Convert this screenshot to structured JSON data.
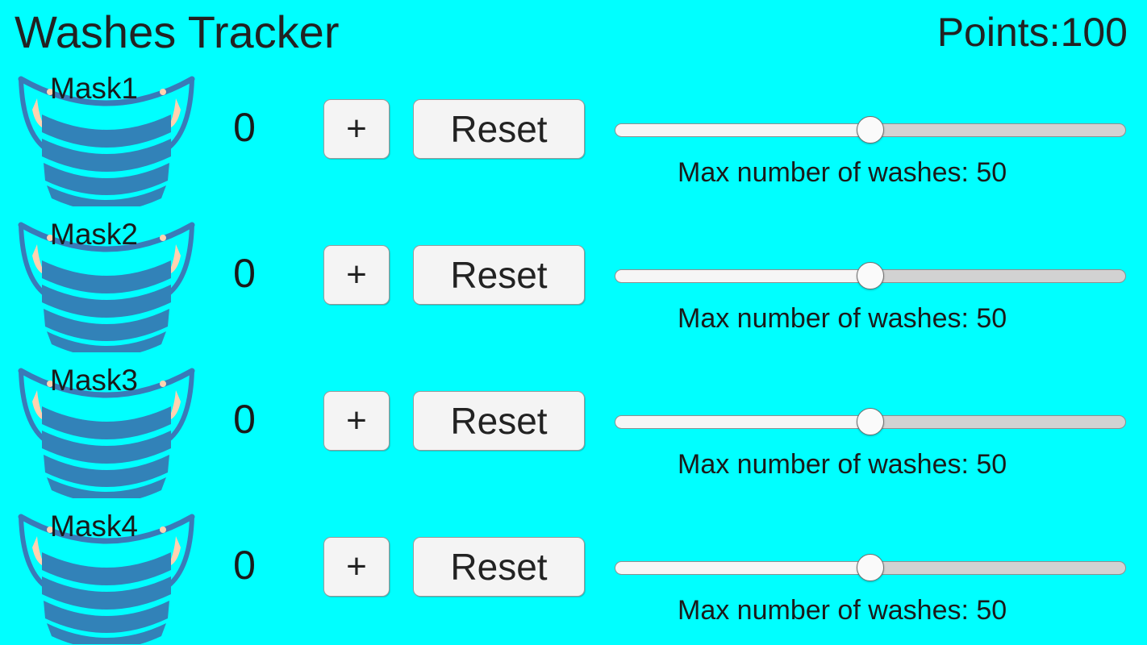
{
  "app": {
    "title": "Washes Tracker",
    "background_color": "#00FFFF",
    "text_color": "#1a1a1a"
  },
  "header": {
    "title": "Washes Tracker",
    "points_label": "Points:",
    "points_value": "100"
  },
  "controls": {
    "increment_label": "+",
    "reset_label": "Reset",
    "slider_caption_prefix": "Max number of washes: ",
    "button_background": "#f4f4f4",
    "button_border": "#9a9a9a"
  },
  "mask_art": {
    "pleat_color": "#3282b8",
    "strap_color": "#3a7ab8",
    "ear_color": "#ffd2b0",
    "gap_color": "#00FFFF"
  },
  "rows": [
    {
      "mask_label": "Mask1",
      "wash_count": "0",
      "increment_label": "+",
      "reset_label": "Reset",
      "max_washes": 50,
      "slider_min": 0,
      "slider_max": 100,
      "slider_value": 50,
      "slider_caption": "Max number of washes: 50"
    },
    {
      "mask_label": "Mask2",
      "wash_count": "0",
      "increment_label": "+",
      "reset_label": "Reset",
      "max_washes": 50,
      "slider_min": 0,
      "slider_max": 100,
      "slider_value": 50,
      "slider_caption": "Max number of washes: 50"
    },
    {
      "mask_label": "Mask3",
      "wash_count": "0",
      "increment_label": "+",
      "reset_label": "Reset",
      "max_washes": 50,
      "slider_min": 0,
      "slider_max": 100,
      "slider_value": 50,
      "slider_caption": "Max number of washes: 50"
    },
    {
      "mask_label": "Mask4",
      "wash_count": "0",
      "increment_label": "+",
      "reset_label": "Reset",
      "max_washes": 50,
      "slider_min": 0,
      "slider_max": 100,
      "slider_value": 50,
      "slider_caption": "Max number of washes: 50"
    }
  ]
}
